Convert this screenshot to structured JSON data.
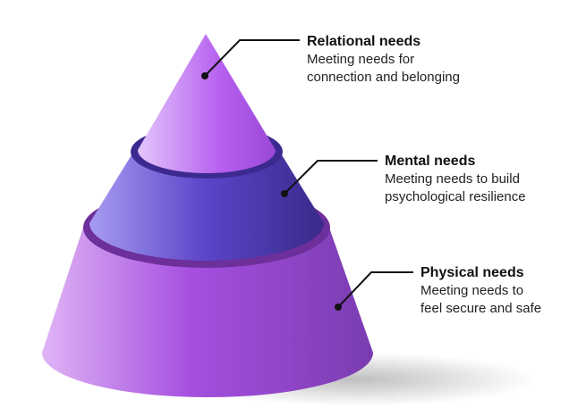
{
  "tiers": [
    {
      "title": "Relational needs",
      "line1": "Meeting needs for",
      "line2": "connection and belonging"
    },
    {
      "title": "Mental needs",
      "line1": "Meeting needs to build",
      "line2": "psychological resilience"
    },
    {
      "title": "Physical needs",
      "line1": "Meeting needs to",
      "line2": "feel secure and safe"
    }
  ],
  "colors": {
    "top": "#b45ef0",
    "middle": "#6a4fd0",
    "bottom": "#a04ad8",
    "line": "#111111"
  }
}
